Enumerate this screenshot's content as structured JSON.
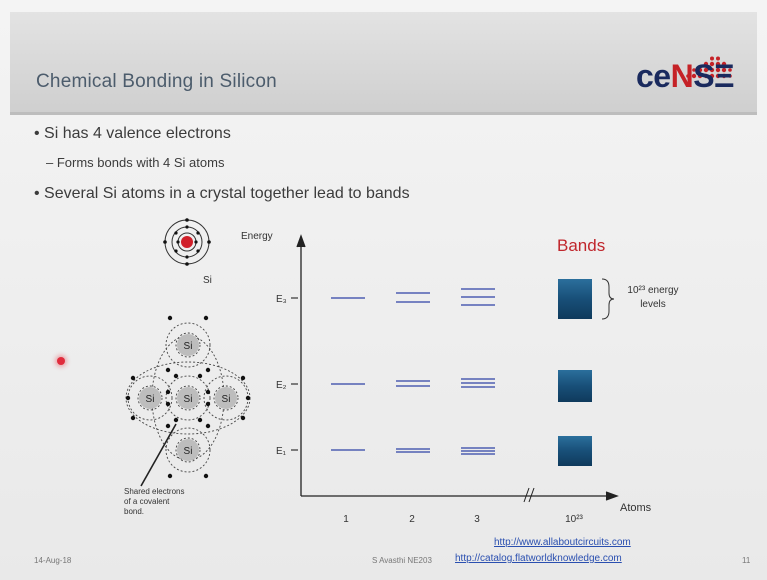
{
  "slide": {
    "title": "Chemical Bonding in Silicon",
    "logo": {
      "text_pre": "ce",
      "text_n": "N",
      "text_post": "SΞ"
    },
    "bullets": [
      "Si has 4 valence electrons",
      "– Forms bonds with 4 Si atoms",
      "Several Si atoms in a crystal together lead to bands"
    ],
    "footer": {
      "date": "14-Aug-18",
      "author": "S Avasthi NE203",
      "page": "11"
    },
    "links": [
      "http://www.allaboutcircuits.com",
      "http://catalog.flatworldknowledge.com"
    ]
  },
  "atom_diagram": {
    "single_label": "Si",
    "lattice_labels": [
      "Si",
      "Si",
      "Si",
      "Si",
      "Si"
    ],
    "caption_lines": [
      "Shared electrons",
      "of a covalent",
      "bond."
    ]
  },
  "energy_diagram": {
    "y_axis_label": "Energy",
    "x_axis_label": "Atoms",
    "bands_title": "Bands",
    "levels": [
      "E₃",
      "E₂",
      "E₁"
    ],
    "x_ticks": [
      "1",
      "2",
      "3",
      "10²³"
    ],
    "bracket_note_lines": [
      "10²³ energy",
      "levels"
    ],
    "colors": {
      "bands_title": "#c0262c",
      "line": "#4e5fb2",
      "band": "#1d5a86"
    }
  }
}
